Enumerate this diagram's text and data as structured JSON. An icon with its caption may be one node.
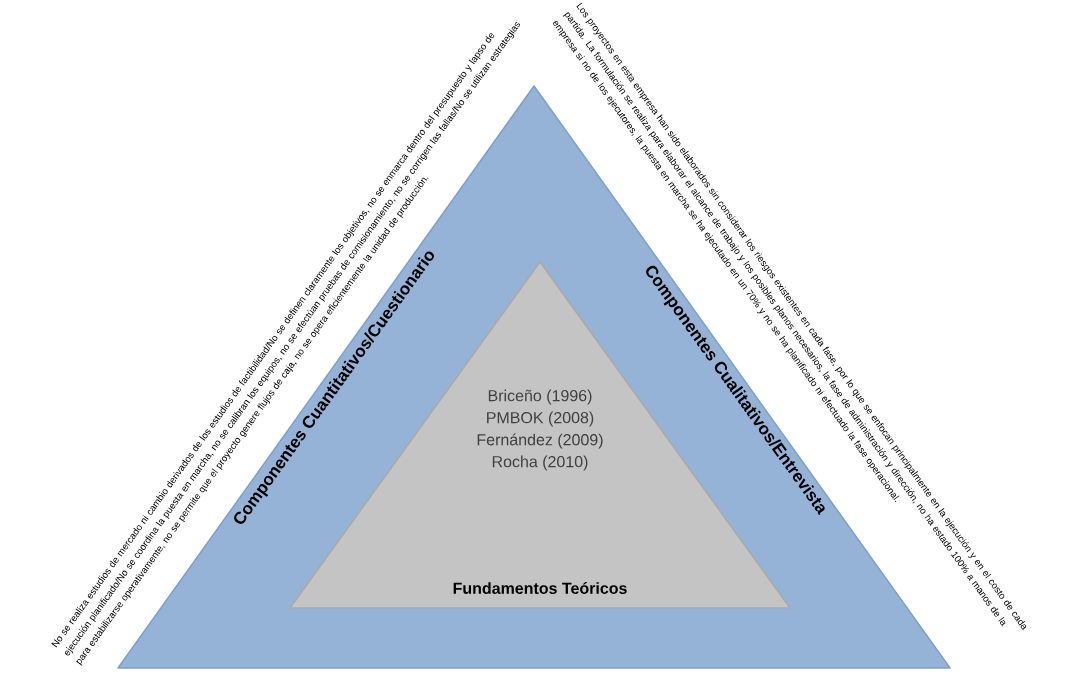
{
  "diagram": {
    "nodes": [
      {
        "text": [
          "Componentes Cuantitativos/Cuestionario",
          "Componentes Cualitativos/Entrevista"
        ],
        "beside": [
          "No se realiza estudios de mercado ni cambio derivados de los estudios de factibilidad/No se definen claramente los objetivos, no se enmarca dentro del presupuesto y lapso de ejecución planificado/No se coordina la puesta en marcha, no se calibran los equipos, no se efectúan pruebas de comisionamiento, no se corrigen las fallas/No se utilizan estrategias para estabilizarse operativamente, no se permite que el proyecto genere flujos de caja, no se opera eficientemente la unidad de producción.",
          "Los proyectos en esta empresa han sido elaborados sin considerar los riesgos existentes en cada fase, por lo que se enfocan principalmente en la ejecución y en el costo de cada partida. La formulación se realiza para elaborar el alcance de trabajo y los posibles planos necesarios, la fase de administración y dirección, no ha estado 100% a manos de la empresa si no de los ejecutores, la puesta en marcha se ha ejecutado en un 70% y no se ha planificado ni efectuado la fase operacional."
        ]
      },
      {
        "text": [
          "Briceño (1996)",
          "PMBOK (2008)",
          "Fernández (2009)",
          "Rocha (2010)",
          "Fundamentos Teóricos"
        ],
        "in": 0
      }
    ],
    "edges": []
  }
}
